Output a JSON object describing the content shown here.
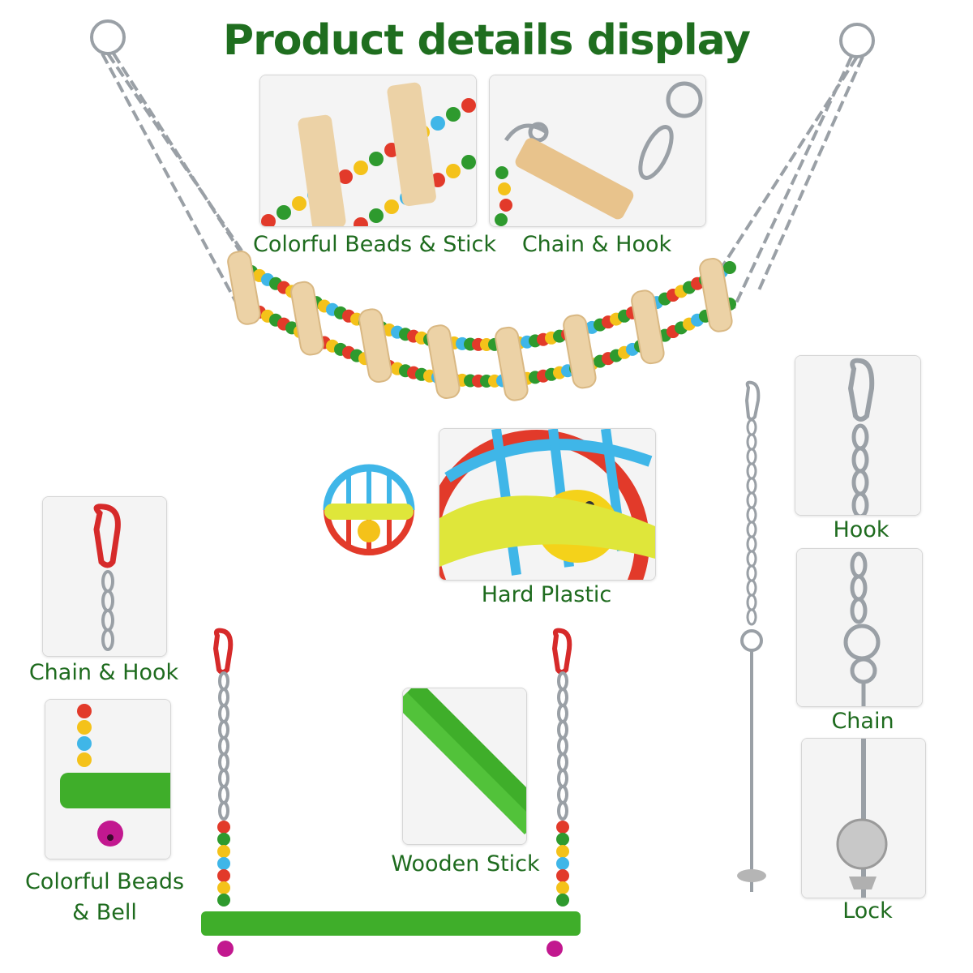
{
  "title": "Product details display",
  "labels": {
    "beads_stick": "Colorful Beads & Stick",
    "chain_hook_top": "Chain & Hook",
    "hard_plastic": "Hard Plastic",
    "hook": "Hook",
    "chain": "Chain",
    "lock": "Lock",
    "chain_hook_left": "Chain & Hook",
    "beads_bell_1": "Colorful Beads",
    "beads_bell_2": "& Bell",
    "wooden_stick": "Wooden Stick"
  },
  "colors": {
    "title_green": "#1f6e1f",
    "label_green": "#1e6b1e",
    "wood": "#ecd2a6",
    "green_perch": "#3fae2a",
    "carabiner_red": "#d62a2a",
    "bell_pink": "#c2188f",
    "chain_silver": "#9aa0a6"
  },
  "icons": {
    "ladder": "wooden-ladder-bridge",
    "ball": "plastic-bell-ball",
    "swing": "green-perch-swing",
    "skewer": "metal-skewer-holder"
  }
}
